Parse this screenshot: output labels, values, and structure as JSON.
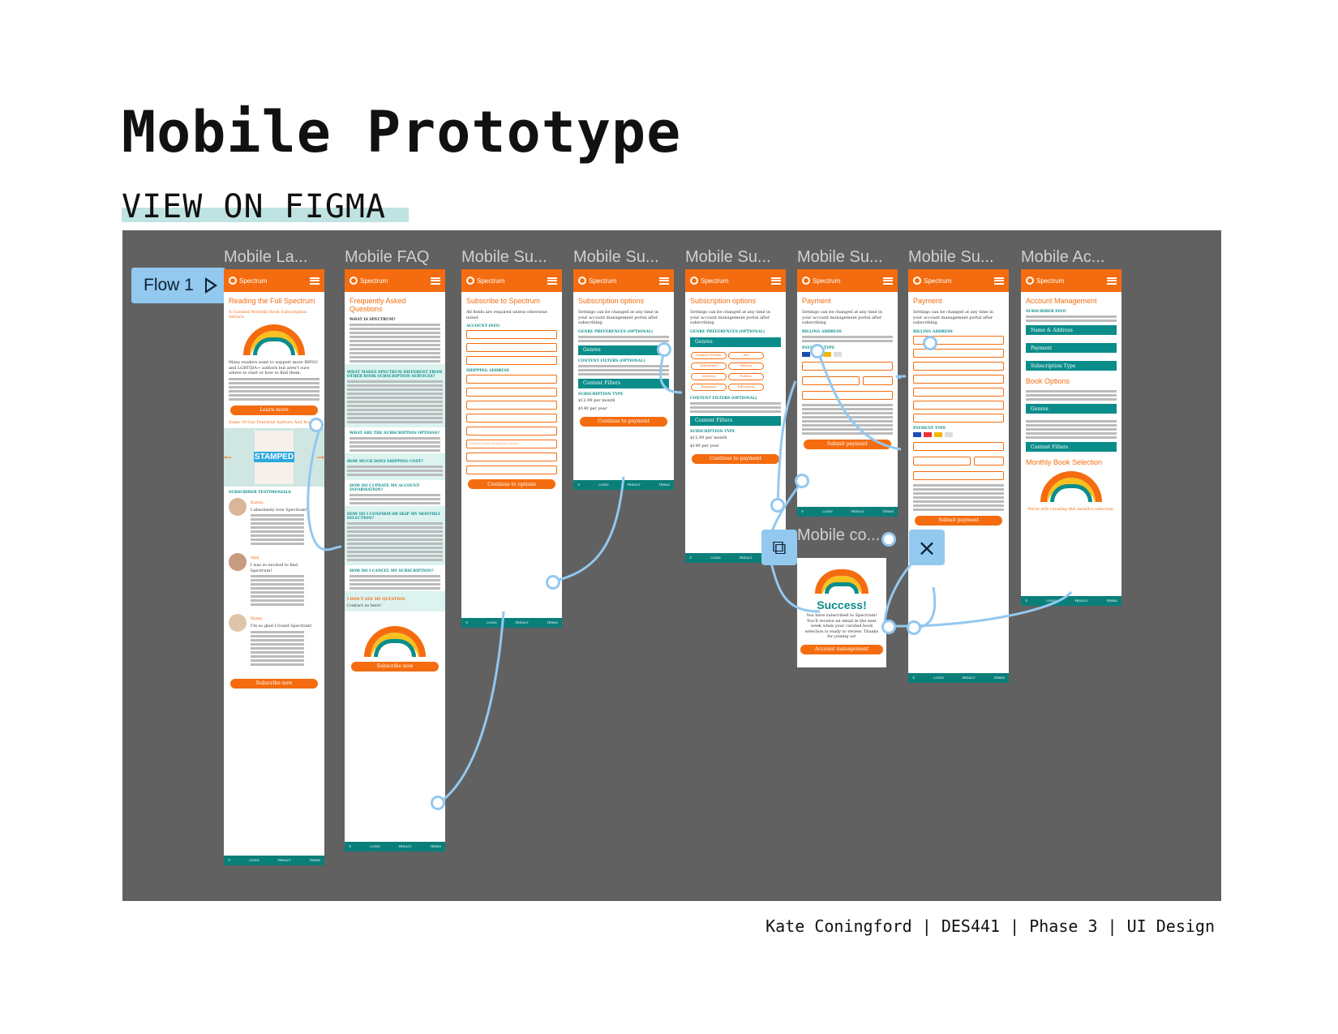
{
  "page": {
    "title": "Mobile Prototype",
    "link_text": "VIEW ON FIGMA",
    "footer": "Kate Coningford | DES441 | Phase 3 | UI Design"
  },
  "canvas": {
    "flow_label": "Flow 1",
    "frame_labels": [
      "Mobile La...",
      "Mobile FAQ",
      "Mobile Su...",
      "Mobile Su...",
      "Mobile Su...",
      "Mobile Su...",
      "Mobile Su...",
      "Mobile Ac...",
      "Mobile co..."
    ],
    "overlay_icons": [
      "overlay-swap-icon",
      "close-icon"
    ]
  },
  "screens": {
    "brand": "Spectrum",
    "landing": {
      "heading": "Reading the Full Spectrum",
      "tagline": "A Curated Monthly Book Subscription Service",
      "intro": "Many readers want to support more BIPOC and LGBTQIA+ authors but aren't sure where to start or how to find them.",
      "button": "Learn more",
      "featured": "Some Of Our Featured Authors And Books",
      "book": "STAMPED",
      "testimonials_heading": "Subscriber Testimonials",
      "testimonials": [
        {
          "name": "Karen",
          "quote": "I absolutely love Spectrum!"
        },
        {
          "name": "Alex",
          "quote": "I was so excited to find Spectrum!"
        },
        {
          "name": "Ryam",
          "quote": "I'm so glad I found Spectrum!"
        }
      ],
      "cta": "Subscribe now"
    },
    "faq": {
      "heading": "Frequently Asked Questions",
      "questions": [
        "WHAT IS SPECTRUM?",
        "WHAT MAKES SPECTRUM DIFFERENT FROM OTHER BOOK SUBSCRIPTION SERVICES?",
        "WHAT ARE THE SUBSCRIPTION OPTIONS?",
        "HOW MUCH DOES SHIPPING COST?",
        "HOW DO I UPDATE MY ACCOUNT INFORMATION?",
        "HOW DO I CONFIRM OR SKIP MY MONTHLY SELECTION?",
        "HOW DO I CANCEL MY SUBSCRIPTION?",
        "I DON'T SEE MY QUESTION."
      ],
      "contact": "Contact us here!",
      "cta": "Subscribe now"
    },
    "subscribe": {
      "heading": "Subscribe to Spectrum",
      "note": "All fields are required unless otherwise noted.",
      "account_info": "ACCOUNT INFO",
      "shipping": "SHIPPING ADDRESS",
      "state_placeholder": "Choose from dropdown menu",
      "cta": "Continue to options"
    },
    "options": {
      "heading": "Subscription options",
      "note": "Settings can be changed at any time in your account management portal after subscribing.",
      "genre_pref": "GENRE PREFERENCES (OPTIONAL)",
      "genres": "Genres",
      "filters_label": "CONTENT FILTERS (OPTIONAL)",
      "filters": "Content Filters",
      "sub_type": "SUBSCRIPTION TYPE",
      "monthly": "$12.99 per month",
      "yearly": "$140 per year",
      "cta": "Continue to payment",
      "genre_tags": [
        "Science Fiction",
        "Art",
        "Adventure",
        "History",
        "Mystery",
        "Politics",
        "Romance",
        "Education"
      ]
    },
    "payment": {
      "heading": "Payment",
      "note": "Settings can be changed at any time in your account management portal after subscribing.",
      "billing": "BILLING ADDRESS",
      "payment_type": "PAYMENT TYPE",
      "cta": "Submit payment"
    },
    "account": {
      "heading": "Account Management",
      "subscriber_info": "SUBSCRIBER INFO",
      "items": [
        "Name & Address",
        "Payment",
        "Subscription Type"
      ],
      "book_options": "Book Options",
      "genres": "Genres",
      "filters": "Content Filters",
      "monthly_selection": "Monthly Book Selection",
      "monthly_note": "We're still curating this month's selection."
    },
    "confirm": {
      "heading": "Success!",
      "text": "You have subscribed to Spectrum! You'll receive an email in the next week when your curated book selection is ready to review. Thanks for joining us!",
      "cta": "Account management"
    },
    "footer_links": [
      "LOGIN",
      "PRIVACY",
      "TERMS"
    ]
  },
  "colors": {
    "brand_orange": "#f46c0f",
    "brand_teal": "#0a8d8a",
    "flow_blue": "#93c8ef",
    "canvas_gray": "#616161"
  }
}
